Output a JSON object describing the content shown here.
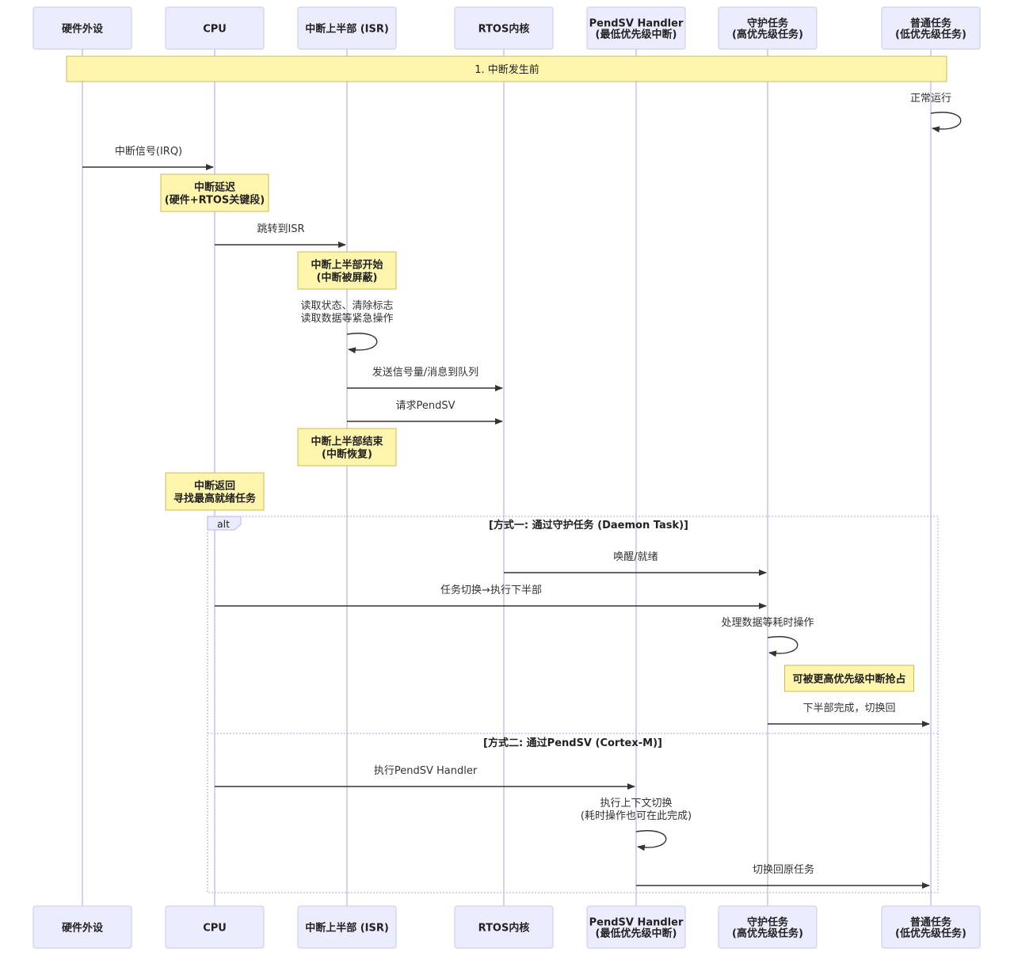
{
  "actors": [
    {
      "id": "hw",
      "lines": [
        "硬件外设"
      ]
    },
    {
      "id": "cpu",
      "lines": [
        "CPU"
      ]
    },
    {
      "id": "isr",
      "lines": [
        "中断上半部 (ISR)"
      ]
    },
    {
      "id": "rtos",
      "lines": [
        "RTOS内核"
      ]
    },
    {
      "id": "pendsv",
      "lines": [
        "PendSV Handler",
        "(最低优先级中断)"
      ]
    },
    {
      "id": "daemon",
      "lines": [
        "守护任务",
        "(高优先级任务)"
      ]
    },
    {
      "id": "task",
      "lines": [
        "普通任务",
        "(低优先级任务)"
      ]
    }
  ],
  "section_note": {
    "lines": [
      "1. 中断发生前"
    ]
  },
  "events": [
    {
      "kind": "self",
      "actor": "task",
      "lines": [
        "正常运行"
      ]
    },
    {
      "kind": "msg",
      "from": "hw",
      "to": "cpu",
      "lines": [
        "中断信号(IRQ)"
      ]
    },
    {
      "kind": "note",
      "over": "cpu",
      "lines": [
        "中断延迟",
        "(硬件+RTOS关键段)"
      ]
    },
    {
      "kind": "msg",
      "from": "cpu",
      "to": "isr",
      "lines": [
        "跳转到ISR"
      ]
    },
    {
      "kind": "note",
      "over": "isr",
      "lines": [
        "中断上半部开始",
        "(中断被屏蔽)"
      ]
    },
    {
      "kind": "self",
      "actor": "isr",
      "lines": [
        "读取状态、清除标志",
        "读取数据等紧急操作"
      ]
    },
    {
      "kind": "msg",
      "from": "isr",
      "to": "rtos",
      "lines": [
        "发送信号量/消息到队列"
      ]
    },
    {
      "kind": "msg",
      "from": "isr",
      "to": "rtos",
      "lines": [
        "请求PendSV"
      ]
    },
    {
      "kind": "note",
      "over": "isr",
      "lines": [
        "中断上半部结束",
        "(中断恢复)"
      ]
    },
    {
      "kind": "note",
      "over": "cpu",
      "lines": [
        "中断返回",
        "寻找最高就绪任务"
      ]
    },
    {
      "kind": "msg",
      "from": "rtos",
      "to": "daemon",
      "lines": [
        "唤醒/就绪"
      ]
    },
    {
      "kind": "msg",
      "from": "cpu",
      "to": "daemon",
      "lines": [
        "任务切换→执行下半部"
      ]
    },
    {
      "kind": "self",
      "actor": "daemon",
      "lines": [
        "处理数据等耗时操作"
      ]
    },
    {
      "kind": "note",
      "right_of": "daemon",
      "lines": [
        "可被更高优先级中断抢占"
      ]
    },
    {
      "kind": "msg",
      "from": "daemon",
      "to": "task",
      "lines": [
        "下半部完成，切换回"
      ]
    },
    {
      "kind": "msg",
      "from": "cpu",
      "to": "pendsv",
      "lines": [
        "执行PendSV Handler"
      ]
    },
    {
      "kind": "self",
      "actor": "pendsv",
      "lines": [
        "执行上下文切换",
        "(耗时操作也可在此完成)"
      ]
    },
    {
      "kind": "msg",
      "from": "pendsv",
      "to": "task",
      "lines": [
        "切换回原任务"
      ]
    }
  ],
  "alt_block": {
    "label": "alt",
    "sections": [
      {
        "condition": "[方式一: 通过守护任务 (Daemon Task)]"
      },
      {
        "condition": "[方式二: 通过PendSV (Cortex-M)]"
      }
    ]
  }
}
